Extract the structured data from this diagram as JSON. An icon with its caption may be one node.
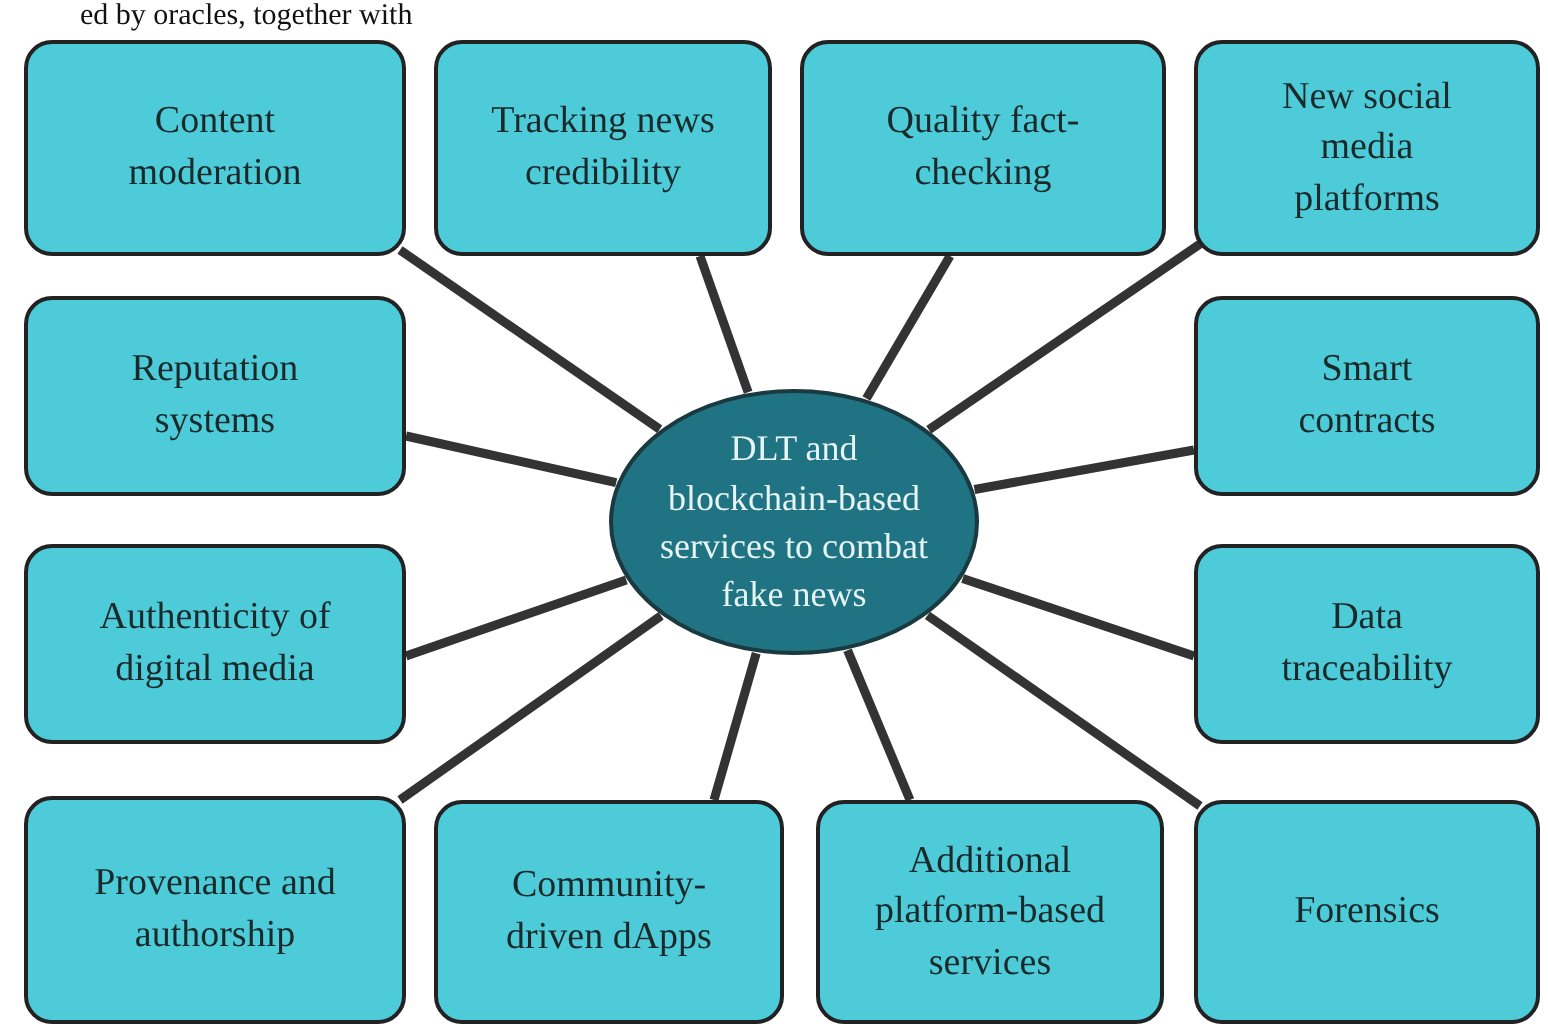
{
  "diagram": {
    "nodes": [
      {
        "text": [
          "DLT and blockchain-based services to combat fake news"
        ]
      },
      {
        "text": [
          "Content moderation"
        ]
      },
      {
        "text": [
          "Tracking news credibility"
        ]
      },
      {
        "text": [
          "Quality fact-checking"
        ]
      },
      {
        "text": [
          "New social media platforms"
        ]
      },
      {
        "text": [
          "Reputation systems"
        ]
      },
      {
        "text": [
          "Smart contracts"
        ]
      },
      {
        "text": [
          "Authenticity of digital media"
        ]
      },
      {
        "text": [
          "Data traceability"
        ]
      },
      {
        "text": [
          "Provenance and authorship"
        ]
      },
      {
        "text": [
          "Community-driven dApps"
        ]
      },
      {
        "text": [
          "Additional platform-based services"
        ]
      },
      {
        "text": [
          "Forensics"
        ]
      }
    ],
    "edges": [
      {
        "from": 0,
        "to": 1,
        "arrow": "none"
      },
      {
        "from": 0,
        "to": 2,
        "arrow": "none"
      },
      {
        "from": 0,
        "to": 3,
        "arrow": "none"
      },
      {
        "from": 0,
        "to": 4,
        "arrow": "none"
      },
      {
        "from": 0,
        "to": 5,
        "arrow": "none"
      },
      {
        "from": 0,
        "to": 6,
        "arrow": "none"
      },
      {
        "from": 0,
        "to": 7,
        "arrow": "none"
      },
      {
        "from": 0,
        "to": 8,
        "arrow": "none"
      },
      {
        "from": 0,
        "to": 9,
        "arrow": "none"
      },
      {
        "from": 0,
        "to": 10,
        "arrow": "none"
      },
      {
        "from": 0,
        "to": 11,
        "arrow": "none"
      },
      {
        "from": 0,
        "to": 12,
        "arrow": "none"
      }
    ],
    "labels": [
      "ed by oracles, together with"
    ]
  }
}
